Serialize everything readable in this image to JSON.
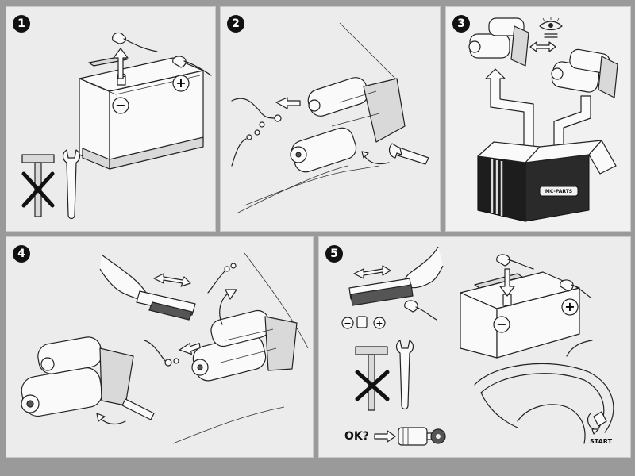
{
  "steps": [
    {
      "number": "1"
    },
    {
      "number": "2"
    },
    {
      "number": "3"
    },
    {
      "number": "4"
    },
    {
      "number": "5"
    }
  ],
  "labels": {
    "ok": "OK?",
    "start": "START",
    "box_brand": "MC-PARTS",
    "plus": "+",
    "minus": "−"
  },
  "icons": {
    "step1": [
      "battery-icon",
      "arrow-up-icon",
      "plus-terminal-icon",
      "minus-terminal-icon",
      "hammer-crossed-icon",
      "wrench-icon"
    ],
    "step2": [
      "starter-motor-icon",
      "cable-icon",
      "wrench-icon",
      "arrow-left-icon"
    ],
    "step3": [
      "starter-motor-icon",
      "eye-icon",
      "compare-arrows-icon",
      "parts-box-icon"
    ],
    "step4": [
      "brush-icon",
      "hand-icon",
      "starter-motor-icon",
      "cable-icon",
      "wrench-icon"
    ],
    "step5": [
      "brush-icon",
      "hand-icon",
      "battery-icon",
      "hammer-crossed-icon",
      "wrench-icon",
      "ignition-key-icon",
      "steering-wheel-icon"
    ]
  }
}
